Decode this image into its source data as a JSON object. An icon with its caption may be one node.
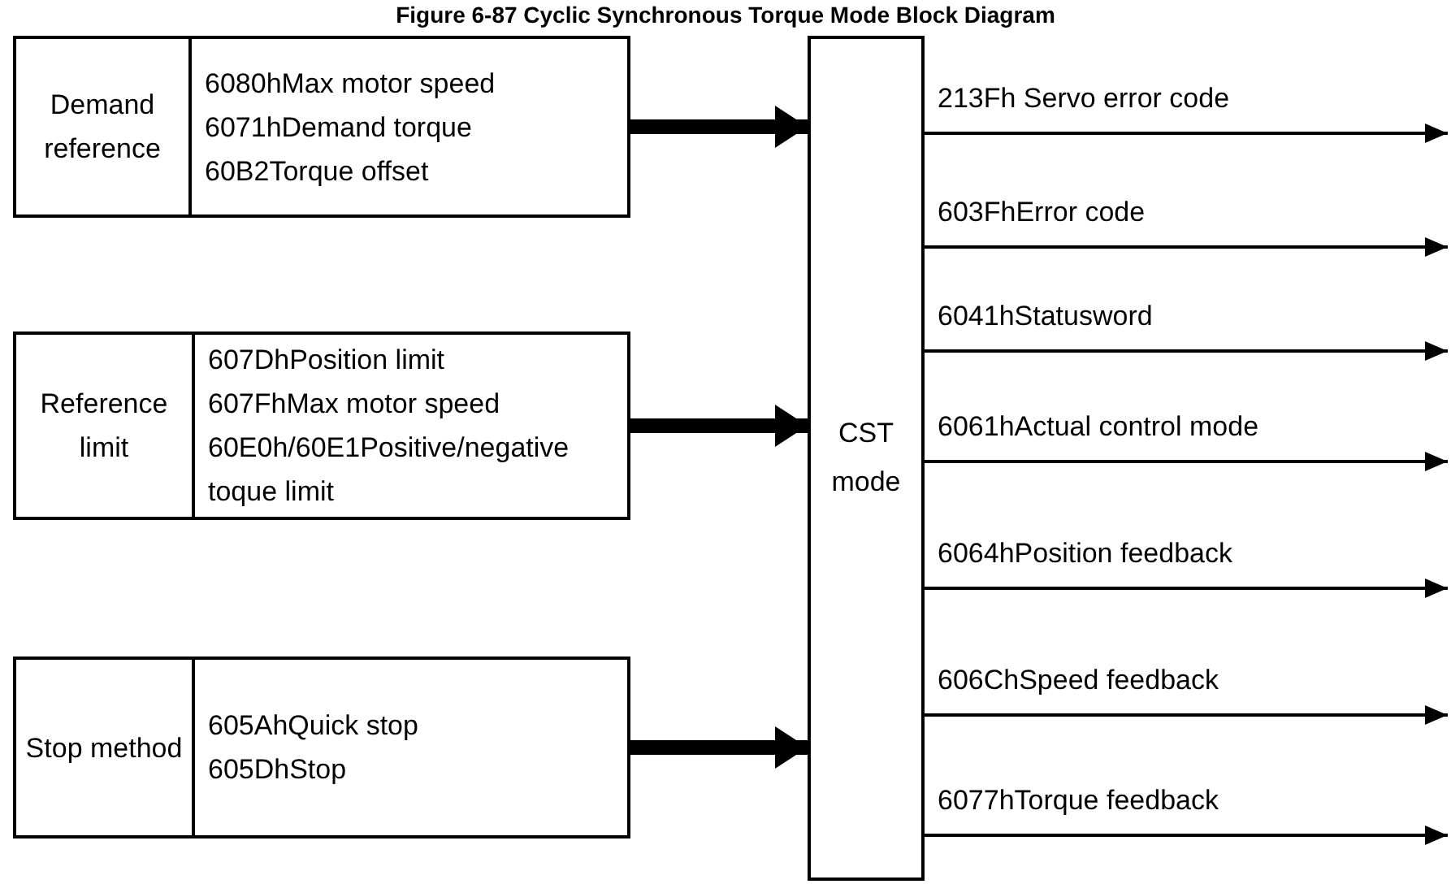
{
  "diagram": {
    "title": "Figure 6-87 Cyclic Synchronous Torque Mode Block Diagram",
    "nodes": [
      {
        "text": [
          "Demand reference",
          "6080hMax motor speed",
          "6071hDemand torque",
          "60B2Torque offset"
        ]
      },
      {
        "text": [
          "Reference limit",
          "607DhPosition limit",
          "607FhMax motor speed",
          "60E0h/60E1Positive/negative toque limit"
        ]
      },
      {
        "text": [
          "Stop method",
          "605AhQuick stop",
          "605DhStop"
        ]
      },
      {
        "text": [
          "CST mode"
        ]
      }
    ],
    "edges": [
      {
        "from": 0,
        "to": 3,
        "arrow": "to",
        "style": "thick"
      },
      {
        "from": 1,
        "to": 3,
        "arrow": "to",
        "style": "thick"
      },
      {
        "from": 2,
        "to": 3,
        "arrow": "to",
        "style": "thick"
      },
      {
        "from": 3,
        "to": null,
        "arrow": "to",
        "label": "213Fh Servo error code"
      },
      {
        "from": 3,
        "to": null,
        "arrow": "to",
        "label": "603FhError code"
      },
      {
        "from": 3,
        "to": null,
        "arrow": "to",
        "label": "6041hStatusword"
      },
      {
        "from": 3,
        "to": null,
        "arrow": "to",
        "label": "6061hActual control mode"
      },
      {
        "from": 3,
        "to": null,
        "arrow": "to",
        "label": "6064hPosition feedback"
      },
      {
        "from": 3,
        "to": null,
        "arrow": "to",
        "label": "606ChSpeed feedback"
      },
      {
        "from": 3,
        "to": null,
        "arrow": "to",
        "label": "6077hTorque feedback"
      }
    ]
  }
}
